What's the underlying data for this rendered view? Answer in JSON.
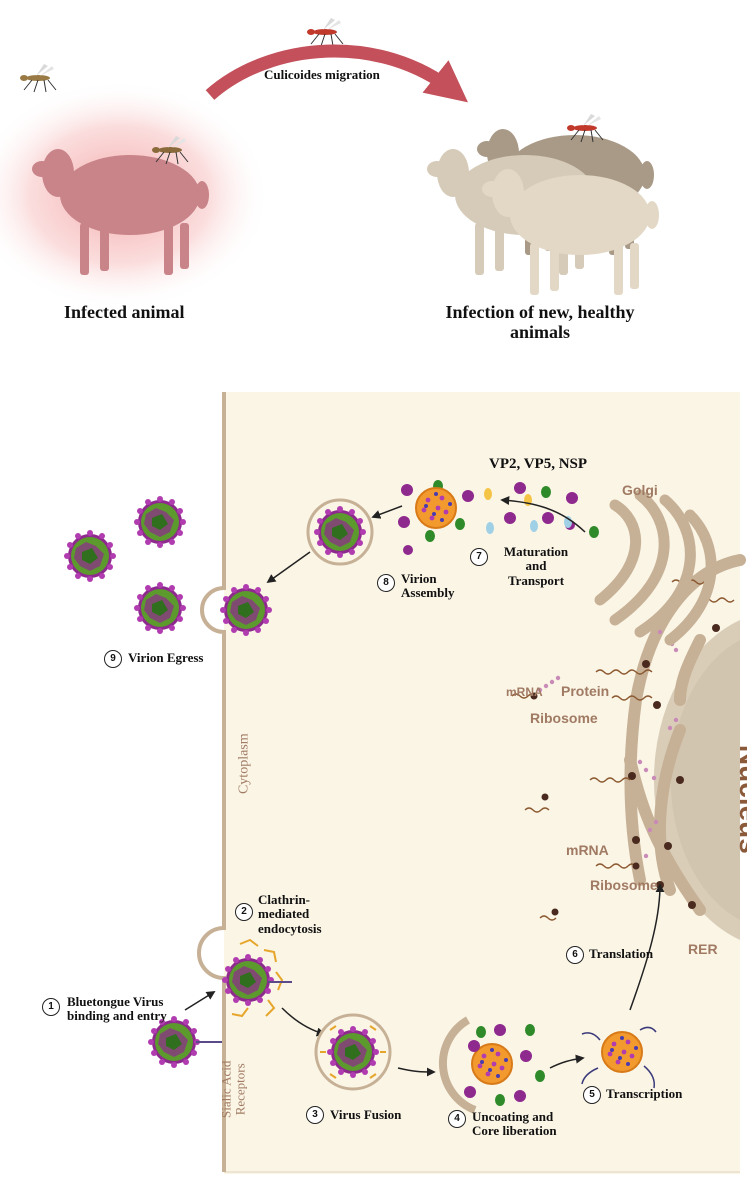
{
  "top": {
    "migration_label": "Culicoides migration",
    "infected_label": "Infected animal",
    "healthy_label_line1": "Infection of new, healthy",
    "healthy_label_line2": "animals"
  },
  "cell": {
    "proteins_label": "VP2, VP5, NSP",
    "golgi_label": "Golgi",
    "mrna_label_1": "mRNA",
    "protein_label": "Protein",
    "ribosome_label_1": "Ribosome",
    "mrna_label_2": "mRNA",
    "ribosome_label_2": "Ribosome",
    "nucleus_label": "Nucleus",
    "rer_label": "RER",
    "cytoplasm_label": "Cytoplasm",
    "receptor_label_line1": "Sialic Acid",
    "receptor_label_line2": "Receptors"
  },
  "steps": [
    {
      "num": "1",
      "line1": "Bluetongue Virus",
      "line2": "binding and entry",
      "line3": ""
    },
    {
      "num": "2",
      "line1": "Clathrin-",
      "line2": "mediated",
      "line3": "endocytosis"
    },
    {
      "num": "3",
      "line1": "Virus Fusion",
      "line2": "",
      "line3": ""
    },
    {
      "num": "4",
      "line1": "Uncoating and",
      "line2": "Core liberation",
      "line3": ""
    },
    {
      "num": "5",
      "line1": "Transcription",
      "line2": "",
      "line3": ""
    },
    {
      "num": "6",
      "line1": "Translation",
      "line2": "",
      "line3": ""
    },
    {
      "num": "7",
      "line1": "Maturation",
      "line2": "and",
      "line3": "Transport"
    },
    {
      "num": "8",
      "line1": "Virion",
      "line2": "Assembly",
      "line3": ""
    },
    {
      "num": "9",
      "line1": "Virion Egress",
      "line2": "",
      "line3": ""
    }
  ],
  "colors": {
    "cell_bg": "#fbf5e6",
    "membrane": "#c7b196",
    "virus_purple": "#8e2a8e",
    "virus_green": "#3a8a2a",
    "core_orange": "#f29a2e",
    "clathrin": "#e6a62b",
    "migration_arrow": "#c3505a",
    "text_brown": "#a07a63"
  }
}
